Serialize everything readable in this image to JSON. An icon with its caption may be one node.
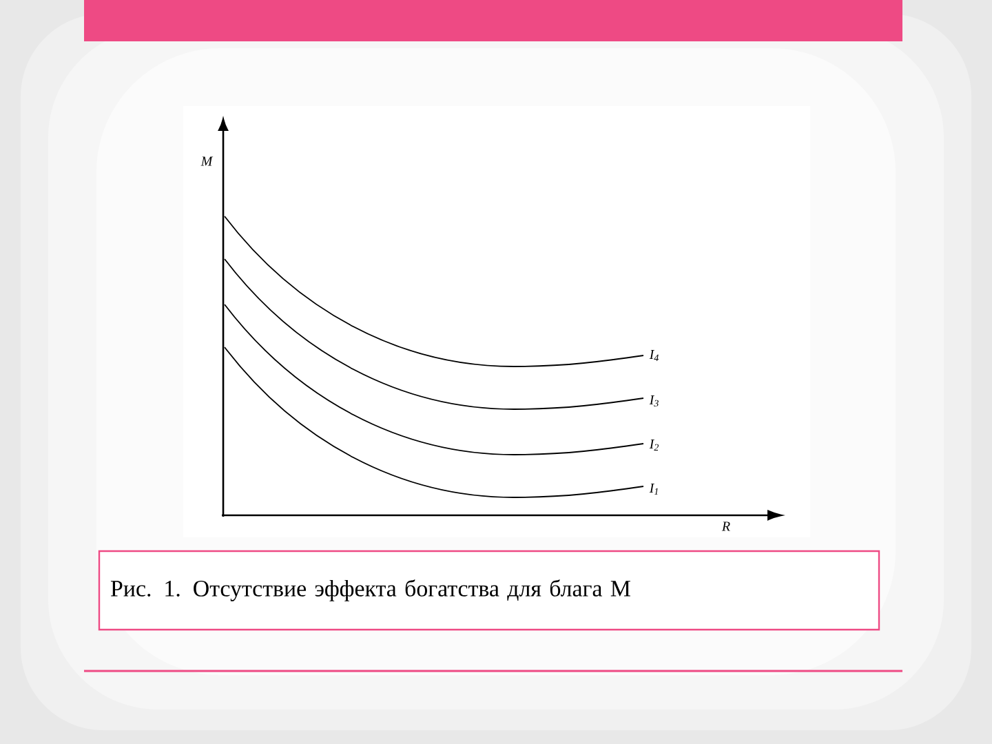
{
  "diagram": {
    "nodes": [
      {
        "text": [
          "Рис. 1. Отсутствие эффекта богатства для блага М"
        ]
      }
    ],
    "labels": [
      "M",
      "I$_{4}$",
      "I$_{3}$",
      "I$_{2}$",
      "I$_{1}$",
      "R"
    ]
  }
}
